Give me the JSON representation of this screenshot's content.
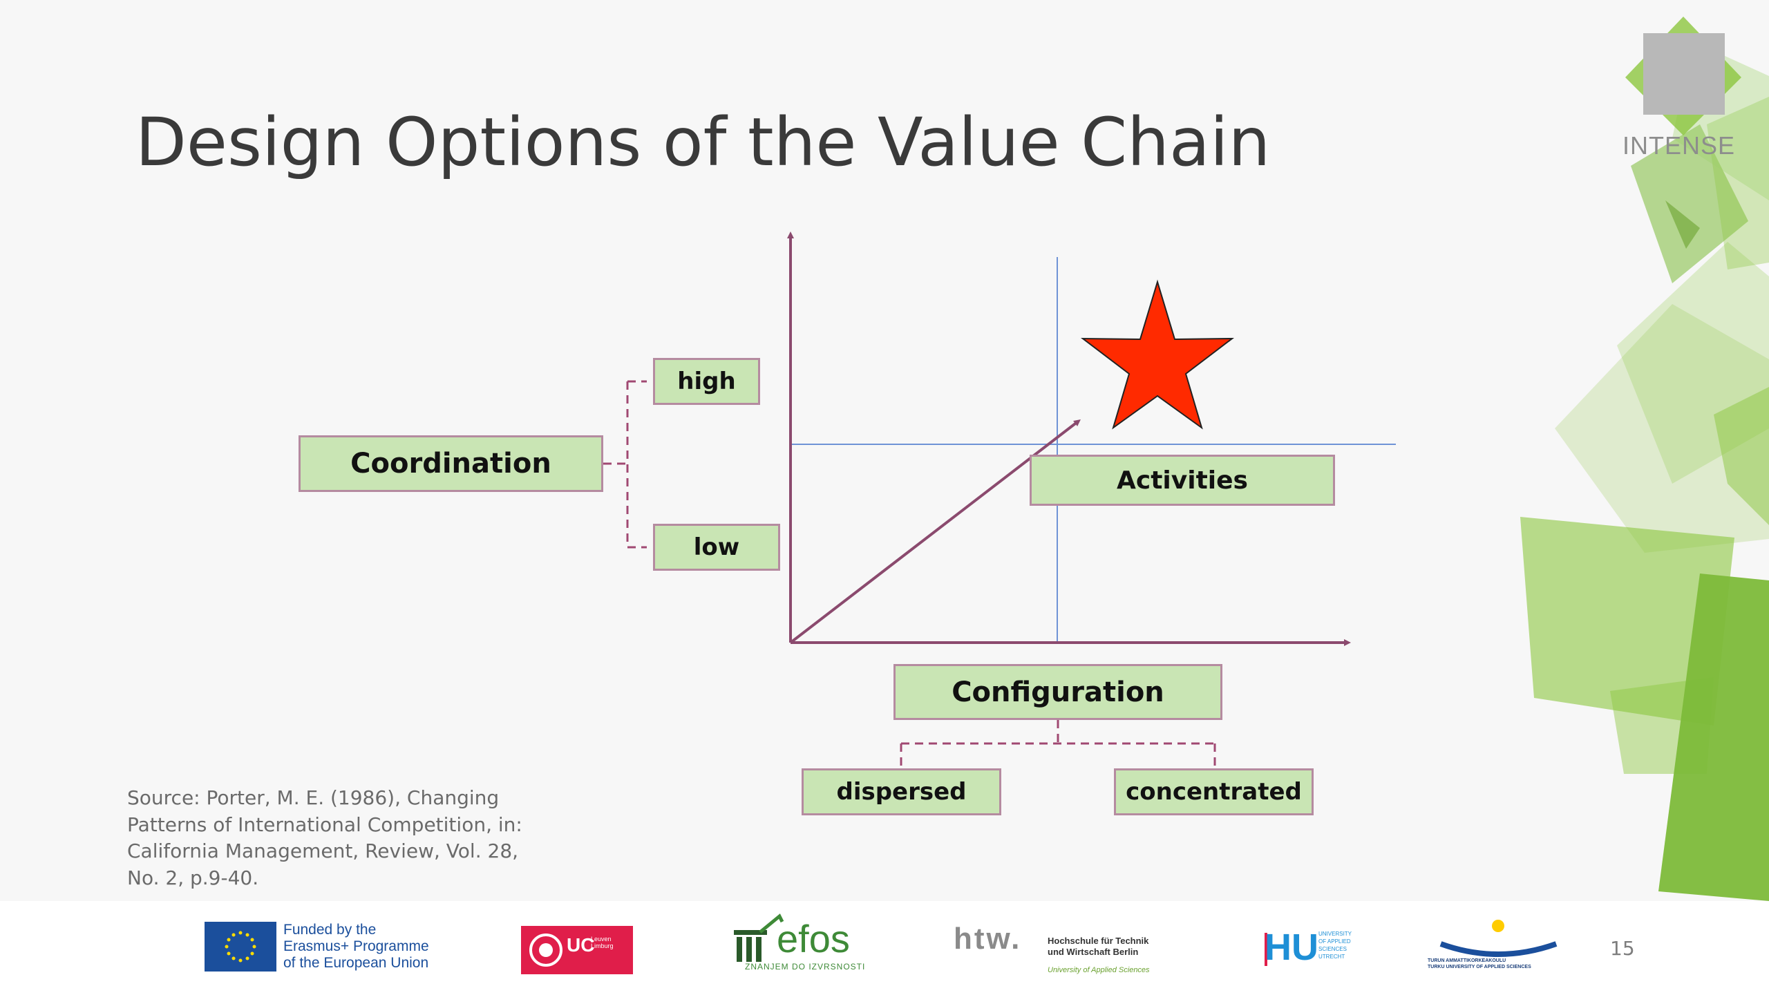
{
  "slide": {
    "title": "Design Options of the Value Chain",
    "page_number": "15",
    "source": "Source: Porter, M. E. (1986), Changing Patterns of International Competition, in: California Management, Review, Vol. 28, No. 2, p.9-40."
  },
  "diagram": {
    "coordination": "Coordination",
    "coordination_high": "high",
    "coordination_low": "low",
    "activities": "Activities",
    "configuration": "Configuration",
    "configuration_dispersed": "dispersed",
    "configuration_concentrated": "concentrated"
  },
  "logos": {
    "intense": "INTENSE",
    "eu_lines": [
      "Funded by the",
      "Erasmus+ Programme",
      "of the European Union"
    ],
    "uc": "UC",
    "uc_sub_lines": [
      "Leuven",
      "Limburg"
    ],
    "efos": "efos",
    "efos_tagline": "ZNANJEM DO IZVRSNOSTI",
    "htw": "htw.",
    "htw_name_lines": [
      "Hochschule für Technik",
      "und Wirtschaft Berlin"
    ],
    "htw_sub": "University of Applied Sciences",
    "hu": "HU",
    "hu_sub_lines": [
      "UNIVERSITY",
      "OF APPLIED",
      "SCIENCES",
      "UTRECHT"
    ],
    "turku_lines": [
      "TURUN AMMATTIKORKEAKOULU",
      "TURKU UNIVERSITY OF APPLIED SCIENCES"
    ]
  },
  "colors": {
    "box_fill": "#c9e5b4",
    "box_border": "#b58ba0",
    "axis": "#8b4a6e",
    "guide_line": "#6f93d6",
    "star": "#ff2a00",
    "deco_green": "#8cc63f"
  }
}
